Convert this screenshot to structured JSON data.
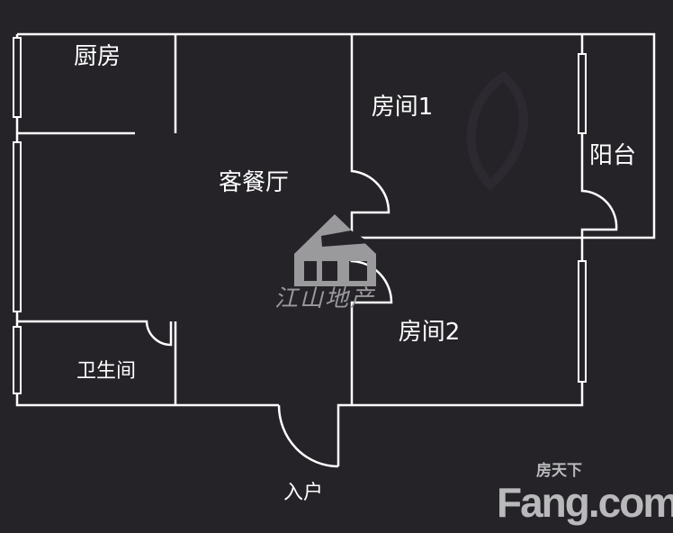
{
  "rooms": {
    "kitchen": "厨房",
    "living_dining": "客餐厅",
    "room1": "房间1",
    "balcony": "阳台",
    "room2": "房间2",
    "bathroom": "卫生间",
    "entrance": "入户"
  },
  "logo": {
    "text": "江山地产"
  },
  "watermark": {
    "brand": "Fang.com",
    "brand_cn": "房天下"
  },
  "colors": {
    "background": "#252328",
    "walls": "#ffffff",
    "logo": "#9a9a9c"
  }
}
